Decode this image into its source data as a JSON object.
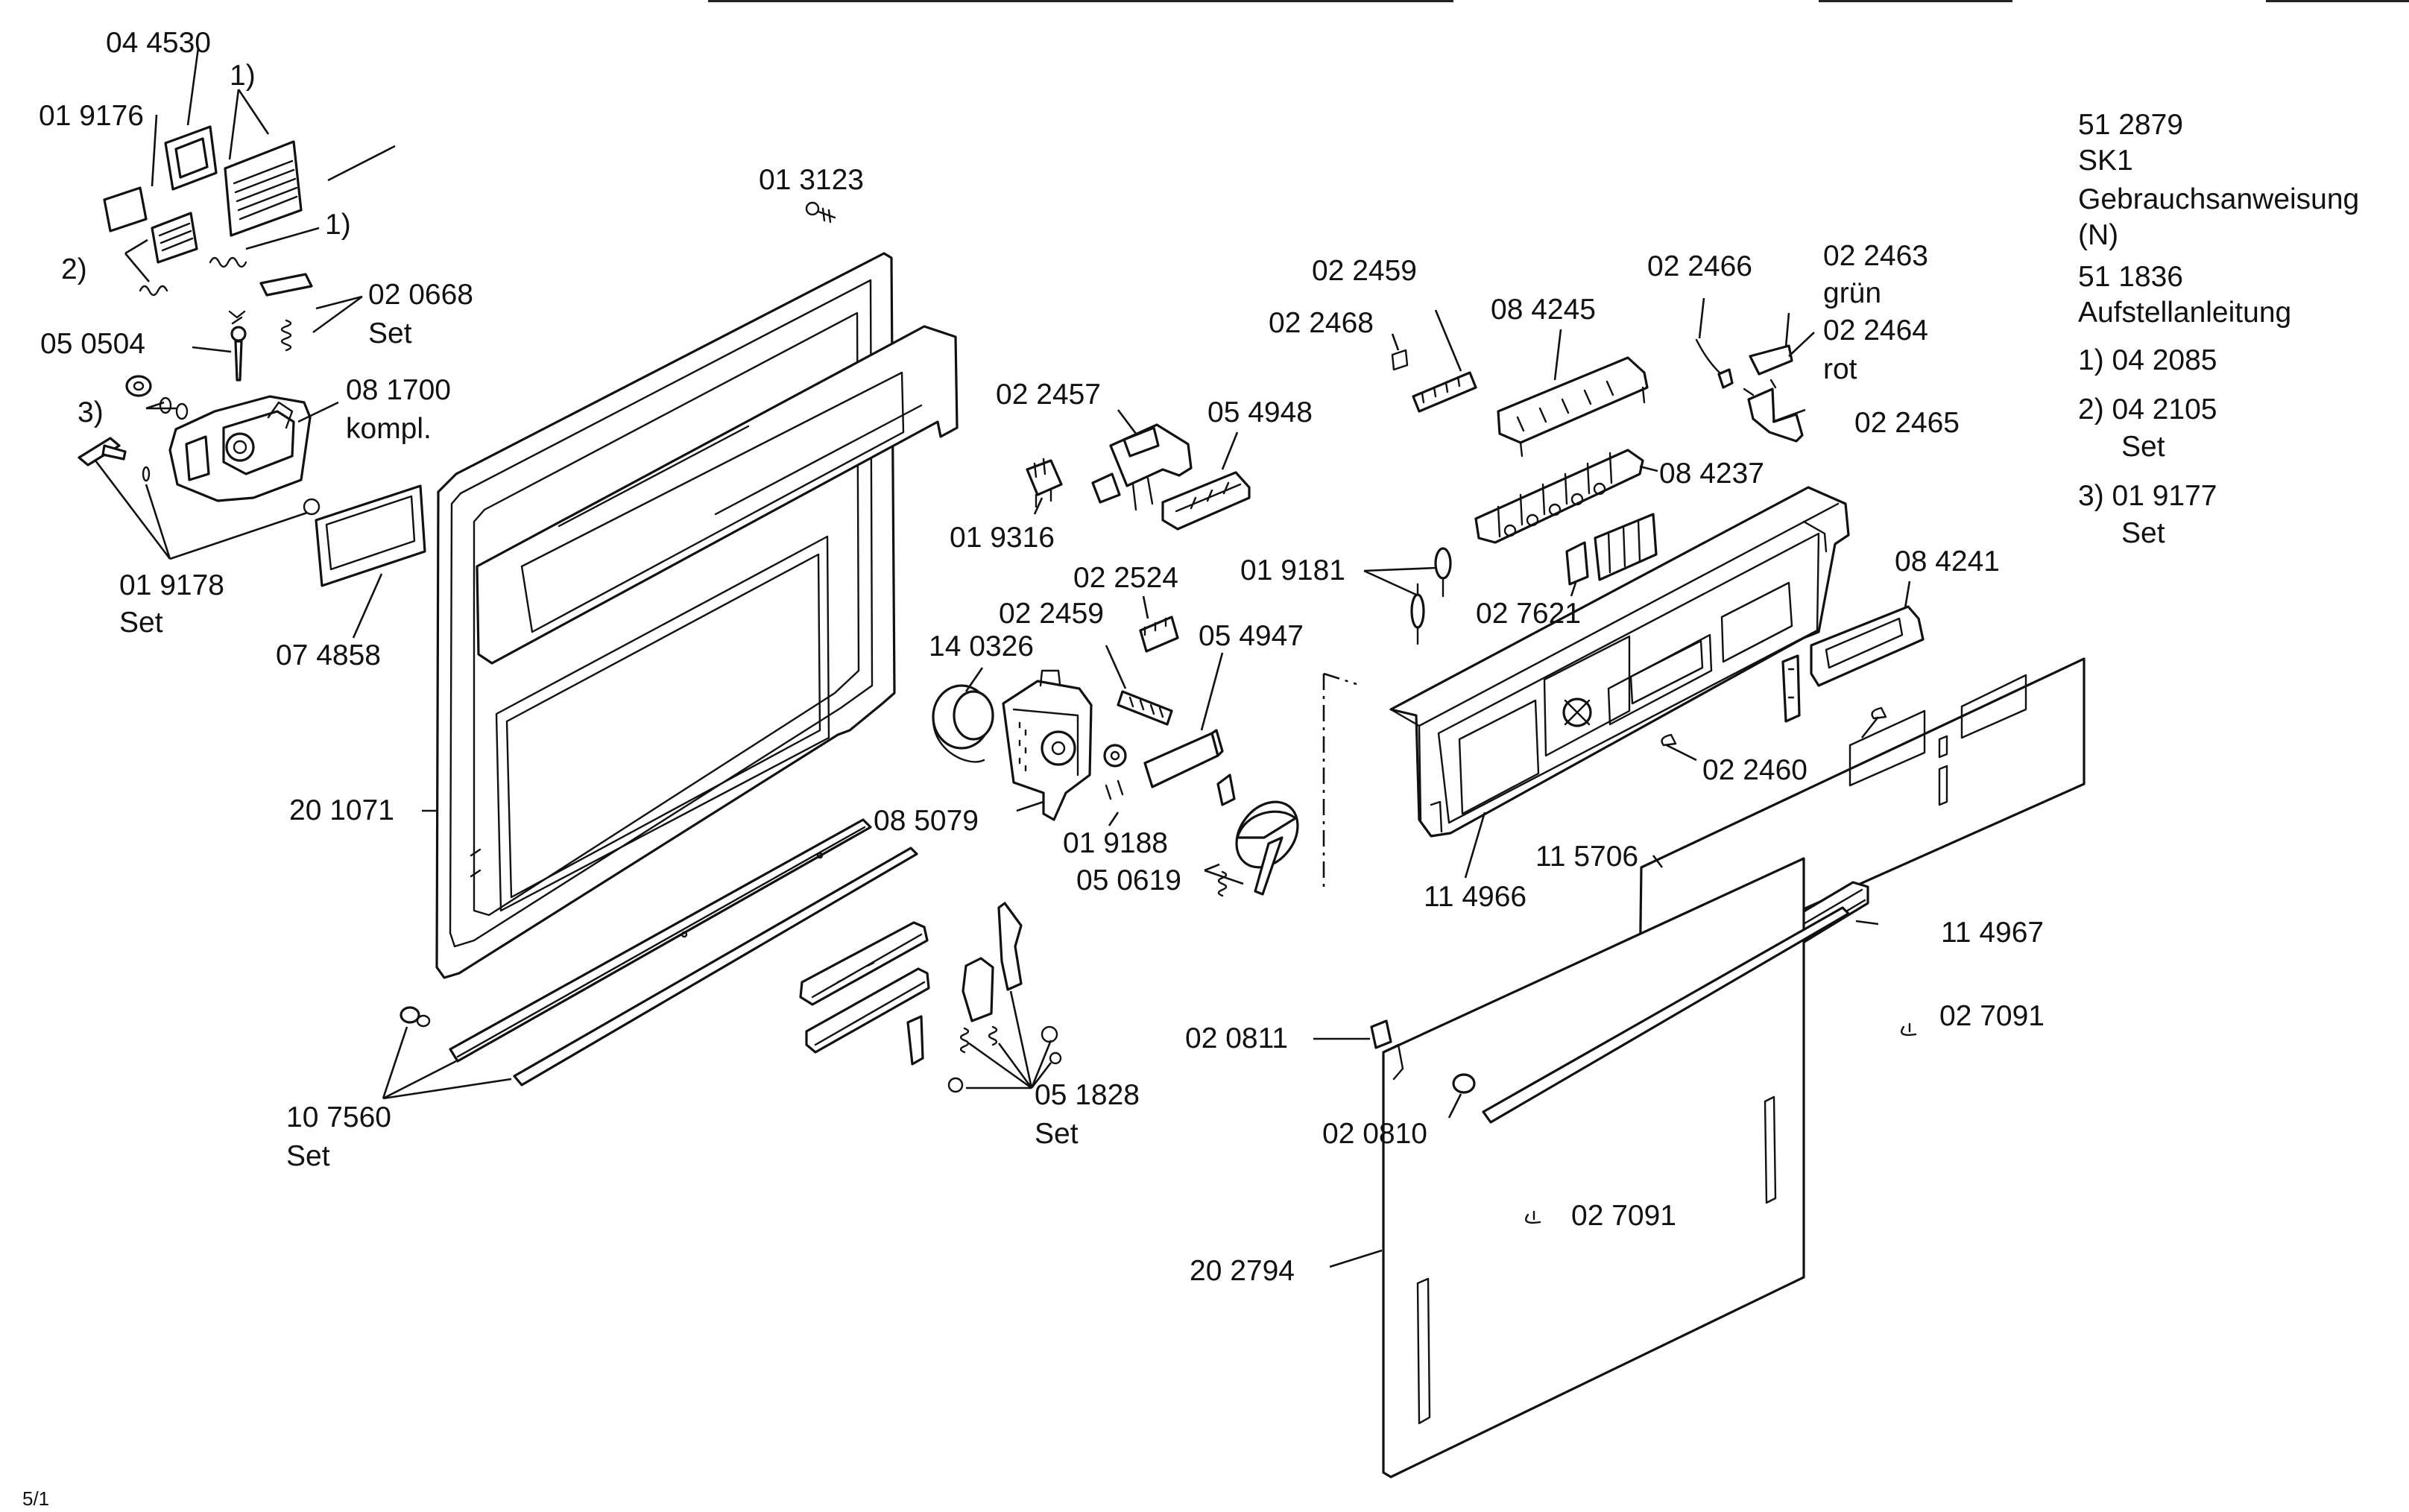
{
  "labels": {
    "p044530": "04 4530",
    "p019176": "01 9176",
    "fn1a": "1)",
    "fn1b": "1)",
    "fn2": "2)",
    "fn3": "3)",
    "p020668": "02 0668",
    "set_020668": "Set",
    "p050504": "05 0504",
    "p081700": "08 1700",
    "kompl": "kompl.",
    "p019178": "01 9178",
    "set_019178": "Set",
    "p074858": "07 4858",
    "p013123": "01 3123",
    "p201071": "20 1071",
    "p107560": "10 7560",
    "set_107560": "Set",
    "p022457": "02 2457",
    "p054948": "05 4948",
    "p019316": "01 9316",
    "p022524": "02 2524",
    "p022459b": "02 2459",
    "p140326": "14 0326",
    "p054947": "05 4947",
    "p085079": "08 5079",
    "p019188": "01 9188",
    "p050619": "05 0619",
    "p051828": "05 1828",
    "set_051828": "Set",
    "p022459a": "02 2459",
    "p022468": "02 2468",
    "p084245": "08 4245",
    "p022466": "02 2466",
    "p022463": "02 2463",
    "gruen": "grün",
    "p022464": "02 2464",
    "rot": "rot",
    "p022465": "02 2465",
    "p084237": "08 4237",
    "p019181": "01 9181",
    "p027621": "02 7621",
    "p084241": "08 4241",
    "p022460": "02 2460",
    "p115706": "11 5706",
    "p114966": "11 4966",
    "p114967": "11 4967",
    "p027091a": "02 7091",
    "p020811": "02 0811",
    "p020810": "02 0810",
    "p027091b": "02 7091",
    "p202794": "20 2794"
  },
  "notes": {
    "model": "51 2879",
    "variant": "SK1",
    "doc1": "Gebrauchsanweisung",
    "doc1_lang": "(N)",
    "doc2_no": "51 1836",
    "doc2": "Aufstellanleitung",
    "fn1": "1) 04 2085",
    "fn2": "2) 04 2105",
    "fn2_set": "Set",
    "fn3": "3) 01 9177",
    "fn3_set": "Set"
  },
  "page_mark": "5/1"
}
